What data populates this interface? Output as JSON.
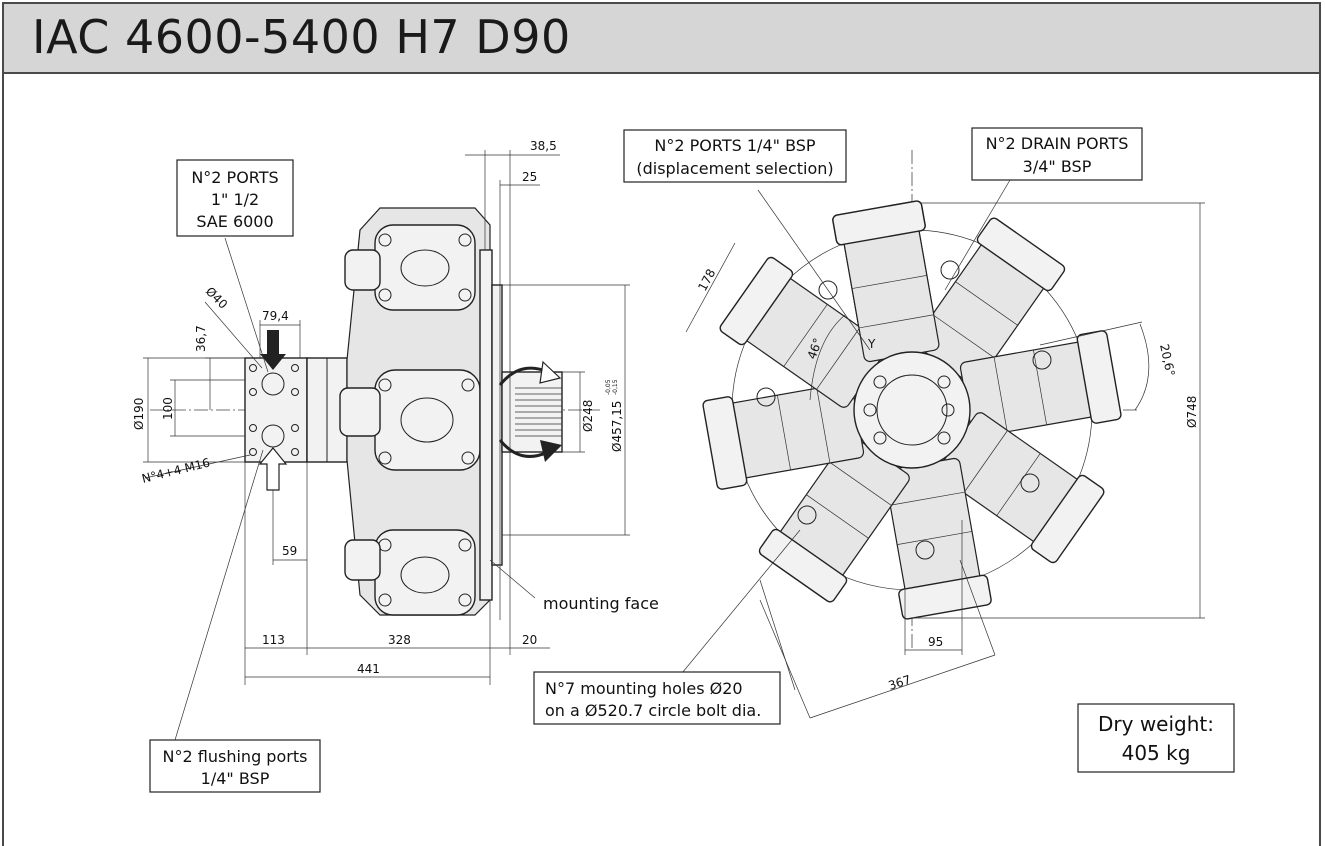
{
  "title": "IAC 4600-5400 H7 D90",
  "callouts": {
    "ports_main": [
      "N°2 PORTS",
      "1\" 1/2",
      "SAE 6000"
    ],
    "ports_displacement": [
      "N°2 PORTS 1/4\" BSP",
      "(displacement selection)"
    ],
    "drain_ports": [
      "N°2 DRAIN PORTS",
      "3/4\" BSP"
    ],
    "flushing_ports": [
      "N°2 flushing ports",
      "1/4\" BSP"
    ],
    "mounting_holes": [
      "N°7 mounting holes Ø20",
      "on a Ø520.7 circle bolt dia."
    ],
    "mounting_face": "mounting face",
    "weight": [
      "Dry weight:",
      "405 kg"
    ]
  },
  "dimensions": {
    "d38_5": "38,5",
    "d25": "25",
    "d79_4": "79,4",
    "d36_7": "36,7",
    "dia40": "Ø40",
    "dia190": "Ø190",
    "d100": "100",
    "m16": "N°4+4 M16",
    "d59": "59",
    "dia248": "Ø248",
    "dia457": "Ø457,15",
    "tol_upper": "-0,05",
    "tol_lower": "-0,15",
    "d113": "113",
    "d328": "328",
    "d20": "20",
    "d441": "441",
    "d178": "178",
    "a46": "46°",
    "a20_6": "20,6°",
    "dia748": "Ø748",
    "d95": "95",
    "d367": "367",
    "axis_y": "Y"
  }
}
